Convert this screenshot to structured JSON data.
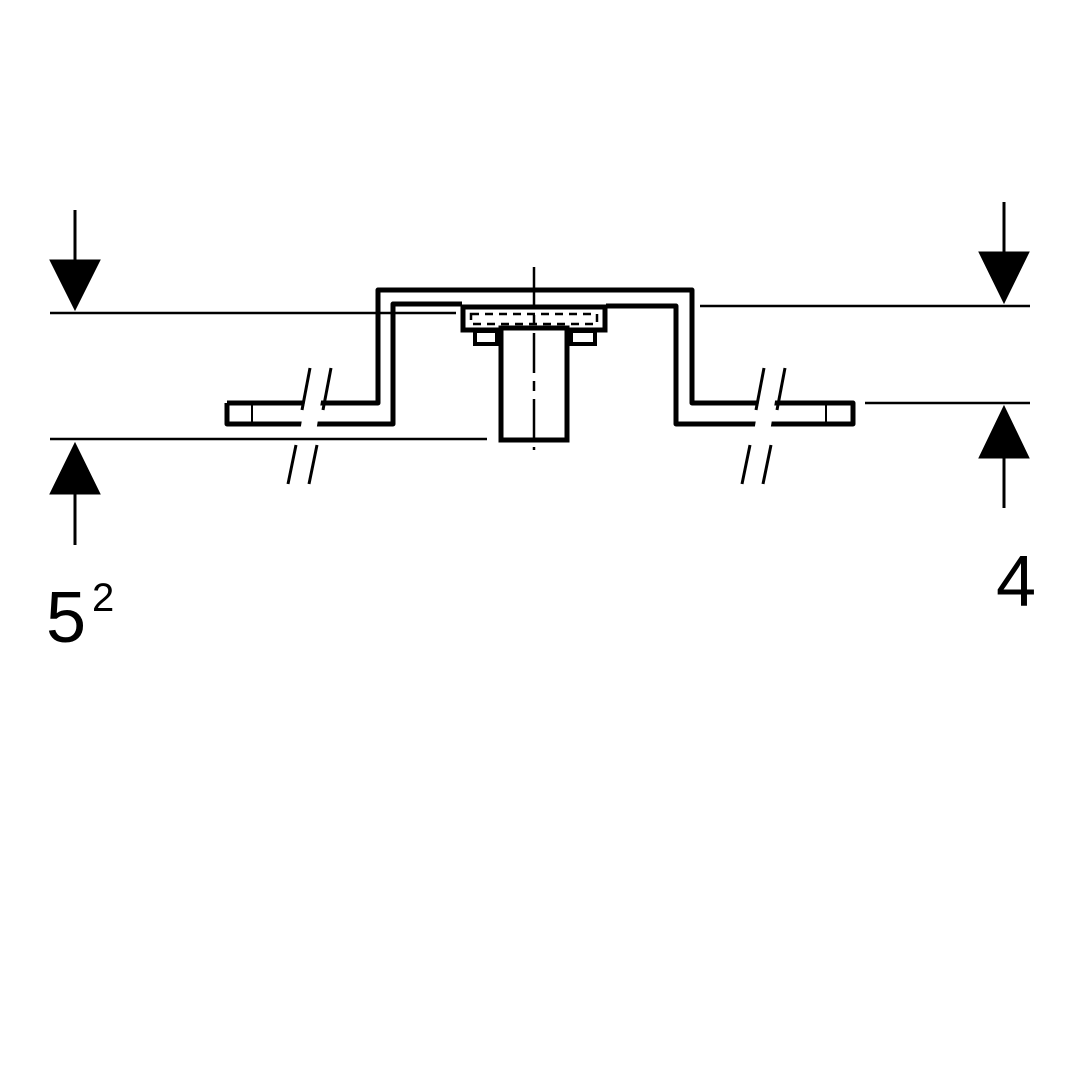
{
  "diagram": {
    "labels": {
      "left_dimension": "5",
      "left_dimension_superscript": "2",
      "right_dimension": "4"
    },
    "colors": {
      "stroke": "#000000",
      "background": "#ffffff"
    }
  }
}
